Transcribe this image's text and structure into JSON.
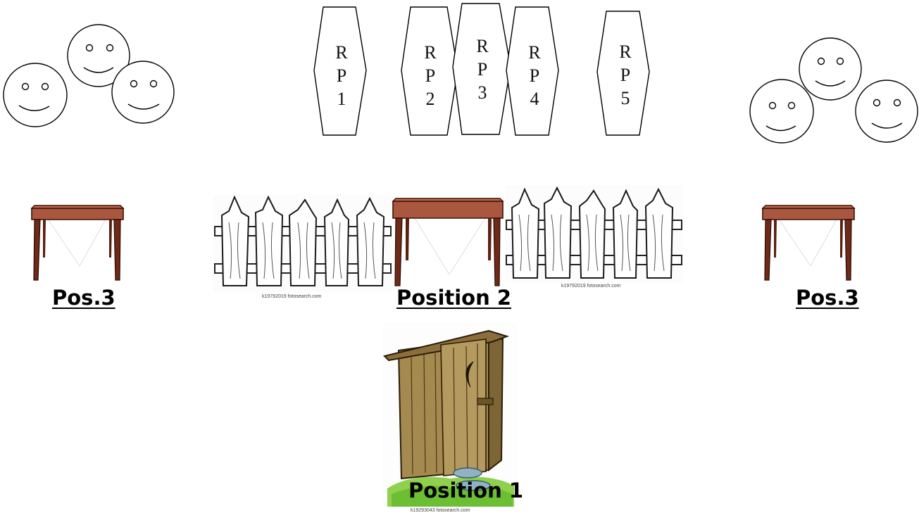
{
  "tokens": [
    {
      "name": "RP1",
      "lines": [
        "R",
        "P",
        "1"
      ]
    },
    {
      "name": "RP2",
      "lines": [
        "R",
        "P",
        "2"
      ]
    },
    {
      "name": "RP3",
      "lines": [
        "R",
        "P",
        "3"
      ]
    },
    {
      "name": "RP4",
      "lines": [
        "R",
        "P",
        "4"
      ]
    },
    {
      "name": "RP5",
      "lines": [
        "R",
        "P",
        "5"
      ]
    }
  ],
  "labels": {
    "pos3_left": "Pos.3",
    "position2": "Position 2 ",
    "pos3_right": "Pos.3",
    "position1": "Position 1"
  },
  "credits": {
    "fence_left": "k19792019 fotosearch.com",
    "fence_right": "k19792019 fotosearch.com",
    "outhouse": "k19293043 fotosearch.com"
  },
  "colors": {
    "table_top": "#a9573f",
    "table_dark": "#6e2a17",
    "fence_wood": "#ffffff",
    "outhouse_wood": "#a58a50",
    "grass": "#8fd14f",
    "stone": "#8fb3c3"
  }
}
